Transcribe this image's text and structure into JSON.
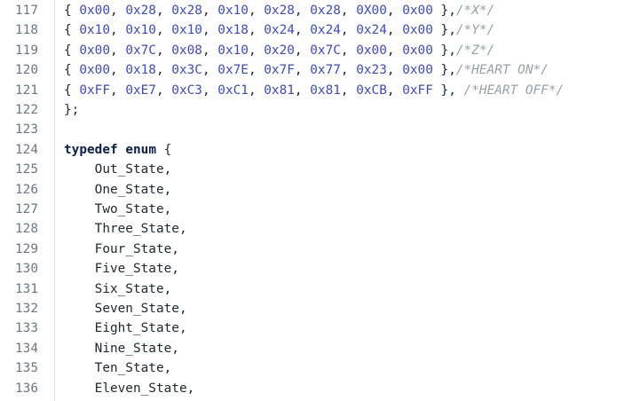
{
  "colors": {
    "hex": "#3e4bc0",
    "comment": "#9aa0a6",
    "keyword": "#0b1f4d",
    "text": "#24292f",
    "line_number": "#6e7781"
  },
  "lines": [
    {
      "n": "117",
      "tokens": [
        [
          "p",
          "{ "
        ],
        [
          "h",
          "0x00"
        ],
        [
          "p",
          ", "
        ],
        [
          "h",
          "0x28"
        ],
        [
          "p",
          ", "
        ],
        [
          "h",
          "0x28"
        ],
        [
          "p",
          ", "
        ],
        [
          "h",
          "0x10"
        ],
        [
          "p",
          ", "
        ],
        [
          "h",
          "0x28"
        ],
        [
          "p",
          ", "
        ],
        [
          "h",
          "0x28"
        ],
        [
          "p",
          ", "
        ],
        [
          "h",
          "0X00"
        ],
        [
          "p",
          ", "
        ],
        [
          "h",
          "0x00"
        ],
        [
          "p",
          " },"
        ],
        [
          "c",
          "/*X*/"
        ]
      ]
    },
    {
      "n": "118",
      "tokens": [
        [
          "p",
          "{ "
        ],
        [
          "h",
          "0x10"
        ],
        [
          "p",
          ", "
        ],
        [
          "h",
          "0x10"
        ],
        [
          "p",
          ", "
        ],
        [
          "h",
          "0x10"
        ],
        [
          "p",
          ", "
        ],
        [
          "h",
          "0x18"
        ],
        [
          "p",
          ", "
        ],
        [
          "h",
          "0x24"
        ],
        [
          "p",
          ", "
        ],
        [
          "h",
          "0x24"
        ],
        [
          "p",
          ", "
        ],
        [
          "h",
          "0x24"
        ],
        [
          "p",
          ", "
        ],
        [
          "h",
          "0x00"
        ],
        [
          "p",
          " },"
        ],
        [
          "c",
          "/*Y*/"
        ]
      ]
    },
    {
      "n": "119",
      "tokens": [
        [
          "p",
          "{ "
        ],
        [
          "h",
          "0x00"
        ],
        [
          "p",
          ", "
        ],
        [
          "h",
          "0x7C"
        ],
        [
          "p",
          ", "
        ],
        [
          "h",
          "0x08"
        ],
        [
          "p",
          ", "
        ],
        [
          "h",
          "0x10"
        ],
        [
          "p",
          ", "
        ],
        [
          "h",
          "0x20"
        ],
        [
          "p",
          ", "
        ],
        [
          "h",
          "0x7C"
        ],
        [
          "p",
          ", "
        ],
        [
          "h",
          "0x00"
        ],
        [
          "p",
          ", "
        ],
        [
          "h",
          "0x00"
        ],
        [
          "p",
          " },"
        ],
        [
          "c",
          "/*Z*/"
        ]
      ]
    },
    {
      "n": "120",
      "tokens": [
        [
          "p",
          "{ "
        ],
        [
          "h",
          "0x00"
        ],
        [
          "p",
          ", "
        ],
        [
          "h",
          "0x18"
        ],
        [
          "p",
          ", "
        ],
        [
          "h",
          "0x3C"
        ],
        [
          "p",
          ", "
        ],
        [
          "h",
          "0x7E"
        ],
        [
          "p",
          ", "
        ],
        [
          "h",
          "0x7F"
        ],
        [
          "p",
          ", "
        ],
        [
          "h",
          "0x77"
        ],
        [
          "p",
          ", "
        ],
        [
          "h",
          "0x23"
        ],
        [
          "p",
          ", "
        ],
        [
          "h",
          "0x00"
        ],
        [
          "p",
          " },"
        ],
        [
          "c",
          "/*HEART ON*/"
        ]
      ]
    },
    {
      "n": "121",
      "tokens": [
        [
          "p",
          "{ "
        ],
        [
          "h",
          "0xFF"
        ],
        [
          "p",
          ", "
        ],
        [
          "h",
          "0xE7"
        ],
        [
          "p",
          ", "
        ],
        [
          "h",
          "0xC3"
        ],
        [
          "p",
          ", "
        ],
        [
          "h",
          "0xC1"
        ],
        [
          "p",
          ", "
        ],
        [
          "h",
          "0x81"
        ],
        [
          "p",
          ", "
        ],
        [
          "h",
          "0x81"
        ],
        [
          "p",
          ", "
        ],
        [
          "h",
          "0xCB"
        ],
        [
          "p",
          ", "
        ],
        [
          "h",
          "0xFF"
        ],
        [
          "p",
          " }, "
        ],
        [
          "c",
          "/*HEART OFF*/"
        ]
      ]
    },
    {
      "n": "122",
      "tokens": [
        [
          "p",
          "};"
        ]
      ]
    },
    {
      "n": "123",
      "tokens": []
    },
    {
      "n": "124",
      "tokens": [
        [
          "k",
          "typedef"
        ],
        [
          "p",
          " "
        ],
        [
          "k",
          "enum"
        ],
        [
          "p",
          " {"
        ]
      ]
    },
    {
      "n": "125",
      "tokens": [
        [
          "i",
          "    Out_State"
        ],
        [
          "p",
          ","
        ]
      ]
    },
    {
      "n": "126",
      "tokens": [
        [
          "i",
          "    One_State"
        ],
        [
          "p",
          ","
        ]
      ]
    },
    {
      "n": "127",
      "tokens": [
        [
          "i",
          "    Two_State"
        ],
        [
          "p",
          ","
        ]
      ]
    },
    {
      "n": "128",
      "tokens": [
        [
          "i",
          "    Three_State"
        ],
        [
          "p",
          ","
        ]
      ]
    },
    {
      "n": "129",
      "tokens": [
        [
          "i",
          "    Four_State"
        ],
        [
          "p",
          ","
        ]
      ]
    },
    {
      "n": "130",
      "tokens": [
        [
          "i",
          "    Five_State"
        ],
        [
          "p",
          ","
        ]
      ]
    },
    {
      "n": "131",
      "tokens": [
        [
          "i",
          "    Six_State"
        ],
        [
          "p",
          ","
        ]
      ]
    },
    {
      "n": "132",
      "tokens": [
        [
          "i",
          "    Seven_State"
        ],
        [
          "p",
          ","
        ]
      ]
    },
    {
      "n": "133",
      "tokens": [
        [
          "i",
          "    Eight_State"
        ],
        [
          "p",
          ","
        ]
      ]
    },
    {
      "n": "134",
      "tokens": [
        [
          "i",
          "    Nine_State"
        ],
        [
          "p",
          ","
        ]
      ]
    },
    {
      "n": "135",
      "tokens": [
        [
          "i",
          "    Ten_State"
        ],
        [
          "p",
          ","
        ]
      ]
    },
    {
      "n": "136",
      "tokens": [
        [
          "i",
          "    Eleven_State"
        ],
        [
          "p",
          ","
        ]
      ]
    }
  ]
}
